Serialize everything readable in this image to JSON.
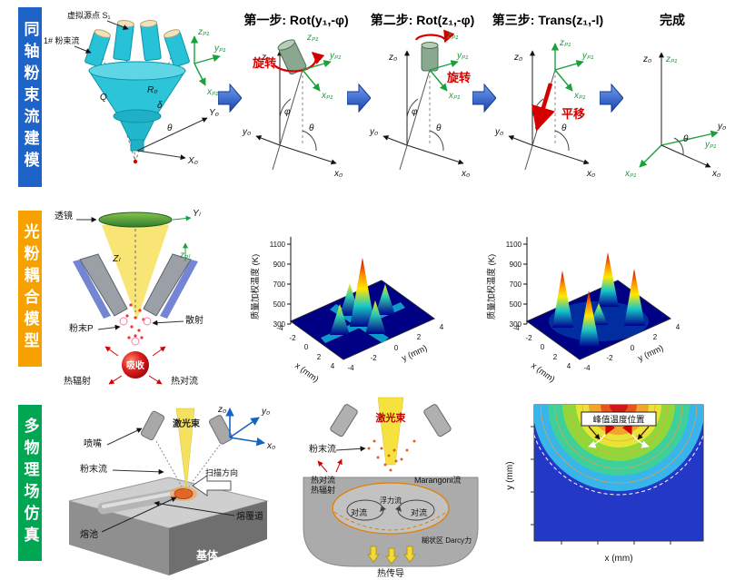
{
  "row1": {
    "sidebar": "同轴粉束流建模",
    "nozzle": {
      "virtual_source": "虚拟源点 S₁",
      "stream": "1# 粉束流",
      "zp1": "zₚ₁",
      "yp1": "yₚ₁",
      "xp1": "xₚ₁",
      "R0": "R₀",
      "delta": "δ",
      "Q": "Q",
      "theta": "θ",
      "Y0": "Y₀",
      "X0": "X₀"
    },
    "steps": [
      {
        "title": "第一步: Rot(y₁,-φ)",
        "action": "旋转"
      },
      {
        "title": "第二步: Rot(z₁,-φ)",
        "action": "旋转"
      },
      {
        "title": "第三步: Trans(z₁,-l)",
        "action": "平移"
      },
      {
        "title": "完成",
        "action": ""
      }
    ],
    "axis": {
      "z0": "z₀",
      "x0": "x₀",
      "y0": "y₀",
      "zp1": "zₚ₁",
      "yp1": "yₚ₁",
      "xp1": "xₚ₁",
      "phi": "φ",
      "theta": "θ"
    }
  },
  "row2": {
    "sidebar": "光粉耦合模型",
    "optics": {
      "lens": "透镜",
      "axis_yl": "Yₗ",
      "axis_zl": "Zₗ",
      "axis_zpl": "zₚₗ",
      "scatter": "散射",
      "powder": "粉末P",
      "radiation": "热辐射",
      "convection": "热对流",
      "absorption": "吸收"
    },
    "plots": {
      "zlabel": "质量加权温度 (K)",
      "z_ticks": [
        "1100",
        "900",
        "700",
        "500",
        "300"
      ],
      "xlabel": "x (mm)",
      "x_ticks": [
        "-4",
        "-2",
        "0",
        "2",
        "4"
      ],
      "ylabel": "y (mm)",
      "y_ticks": [
        "-4",
        "-2",
        "0",
        "2",
        "4"
      ]
    }
  },
  "row3": {
    "sidebar": "多物理场仿真",
    "left": {
      "axis_z0": "z₀",
      "axis_y0": "y₀",
      "axis_x0": "x₀",
      "nozzle": "喷嘴",
      "laser": "激光束",
      "powder_stream": "粉末流",
      "scan_dir": "扫描方向",
      "melt_pool": "熔池",
      "clad_track": "熔覆道",
      "substrate": "基体"
    },
    "middle": {
      "laser": "激光束",
      "powder": "粉末流",
      "heat_convection": "热对流",
      "heat_radiation": "热辐射",
      "marangoni": "Marangoni流",
      "buoyancy": "浮力流",
      "convection": "对流",
      "mushy_darcy": "糊状区 Darcy力",
      "conduction": "热传导"
    },
    "right": {
      "peak_label": "峰值温度位置",
      "ylabel": "y (mm)",
      "xlabel": "x (mm)"
    }
  },
  "chart_data": [
    {
      "type": "surface",
      "panel": "left-surface-plot",
      "zlabel": "质量加权温度 (K)",
      "zlim": [
        300,
        1100
      ],
      "z_ticks": [
        300,
        500,
        700,
        900,
        1100
      ],
      "xlabel": "x (mm)",
      "xlim": [
        -4,
        4
      ],
      "x_ticks": [
        -4,
        -2,
        0,
        2,
        4
      ],
      "ylabel": "y (mm)",
      "ylim": [
        -4,
        4
      ],
      "y_ticks": [
        -4,
        -2,
        0,
        2,
        4
      ],
      "base_value": 300,
      "peaks": [
        {
          "x": 0,
          "y": 0,
          "z": 1100
        },
        {
          "x": -2,
          "y": 0,
          "z": 700
        },
        {
          "x": 2,
          "y": 0,
          "z": 700
        },
        {
          "x": 0,
          "y": -2,
          "z": 700
        },
        {
          "x": 0,
          "y": 2,
          "z": 700
        }
      ]
    },
    {
      "type": "surface",
      "panel": "right-surface-plot",
      "zlabel": "质量加权温度 (K)",
      "zlim": [
        300,
        1100
      ],
      "z_ticks": [
        300,
        500,
        700,
        900,
        1100
      ],
      "xlabel": "x (mm)",
      "xlim": [
        -4,
        4
      ],
      "x_ticks": [
        -4,
        -2,
        0,
        2,
        4
      ],
      "ylabel": "y (mm)",
      "ylim": [
        -4,
        4
      ],
      "y_ticks": [
        -4,
        -2,
        0,
        2,
        4
      ],
      "base_value": 300,
      "peaks": [
        {
          "x": -2,
          "y": -2,
          "z": 950
        },
        {
          "x": 2,
          "y": -2,
          "z": 950
        },
        {
          "x": -2,
          "y": 2,
          "z": 950
        },
        {
          "x": 2,
          "y": 2,
          "z": 950
        },
        {
          "x": 0,
          "y": 0,
          "z": 500
        }
      ]
    },
    {
      "type": "contour",
      "panel": "temperature-contour",
      "xlabel": "x (mm)",
      "ylabel": "y (mm)",
      "annotation": "峰值温度位置"
    }
  ],
  "colors": {
    "row1_bar": "#1E63C8",
    "row2_bar": "#F7A100",
    "row3_bar": "#00A651",
    "arrow_blue": "#2a52be",
    "action_red": "#d40000",
    "frame_green": "#18a23b"
  }
}
